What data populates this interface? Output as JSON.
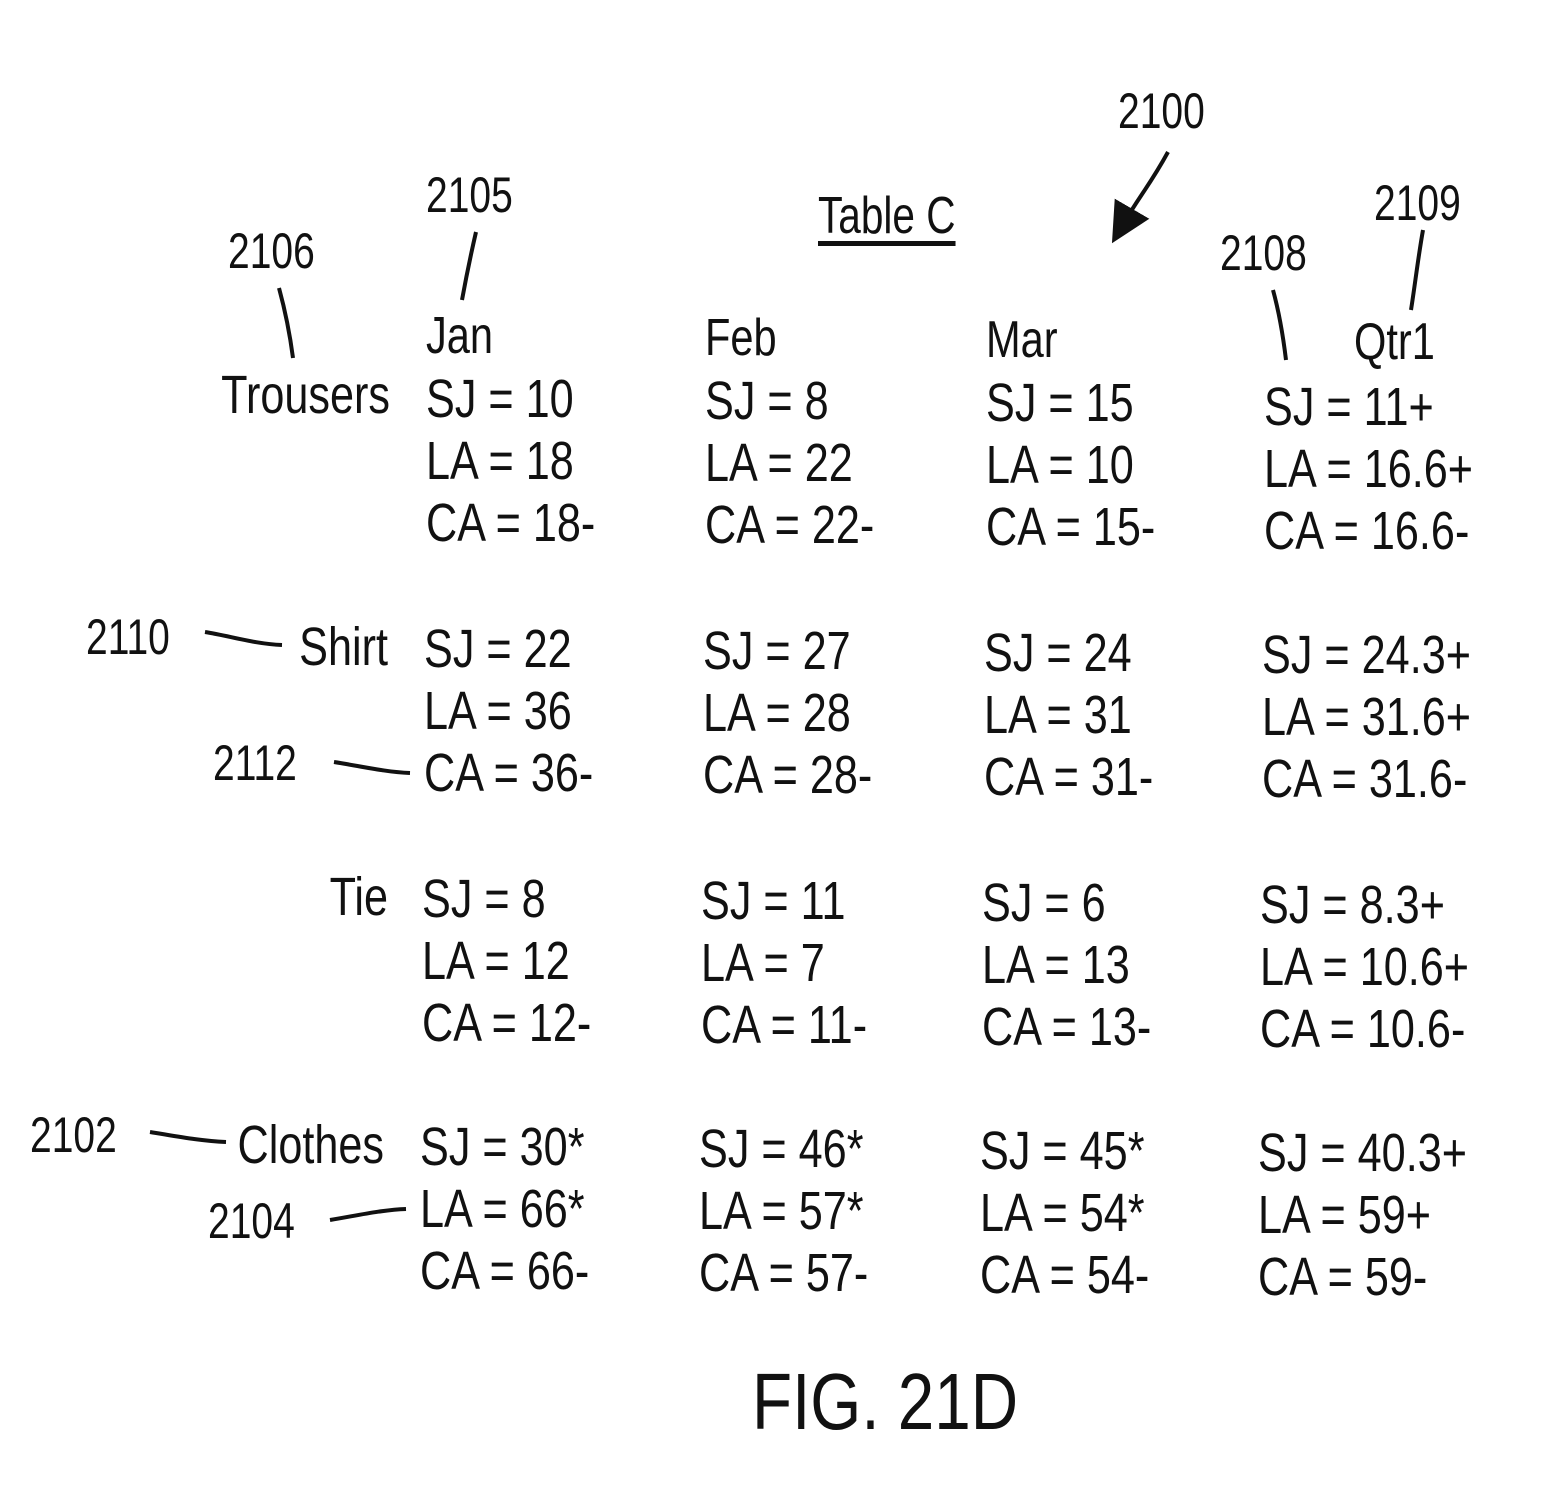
{
  "table_title": "Table C",
  "figure_label": "FIG. 21D",
  "reference_numerals": {
    "table": "2100",
    "jan": "2105",
    "row_header": "2106",
    "qtr_sj": "2108",
    "qtr": "2109",
    "shirt": "2110",
    "shirt_ca": "2112",
    "clothes": "2102",
    "clothes_la": "2104"
  },
  "columns": [
    "Jan",
    "Feb",
    "Mar",
    "Qtr1"
  ],
  "rows": [
    {
      "label": "Trousers",
      "cells": [
        [
          "SJ = 10",
          "LA = 18",
          "CA = 18-"
        ],
        [
          "SJ = 8",
          "LA = 22",
          "CA = 22-"
        ],
        [
          "SJ = 15",
          "LA = 10",
          "CA = 15-"
        ],
        [
          "SJ = 11+",
          "LA = 16.6+",
          "CA = 16.6-"
        ]
      ]
    },
    {
      "label": "Shirt",
      "cells": [
        [
          "SJ = 22",
          "LA = 36",
          "CA = 36-"
        ],
        [
          "SJ = 27",
          "LA = 28",
          "CA = 28-"
        ],
        [
          "SJ = 24",
          "LA = 31",
          "CA = 31-"
        ],
        [
          "SJ = 24.3+",
          "LA = 31.6+",
          "CA = 31.6-"
        ]
      ]
    },
    {
      "label": "Tie",
      "cells": [
        [
          "SJ = 8",
          "LA = 12",
          "CA = 12-"
        ],
        [
          "SJ = 11",
          "LA = 7",
          "CA = 11-"
        ],
        [
          "SJ = 6",
          "LA = 13",
          "CA = 13-"
        ],
        [
          "SJ = 8.3+",
          "LA = 10.6+",
          "CA = 10.6-"
        ]
      ]
    },
    {
      "label": "Clothes",
      "cells": [
        [
          "SJ = 30*",
          "LA = 66*",
          "CA = 66-"
        ],
        [
          "SJ = 46*",
          "LA = 57*",
          "CA = 57-"
        ],
        [
          "SJ = 45*",
          "LA = 54*",
          "CA = 54-"
        ],
        [
          "SJ = 40.3+",
          "LA = 59+",
          "CA = 59-"
        ]
      ]
    }
  ]
}
